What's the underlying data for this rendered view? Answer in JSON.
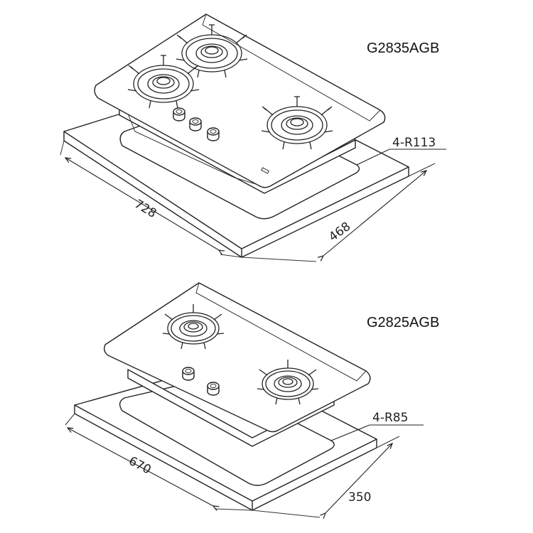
{
  "top": {
    "model": "G2835AGB",
    "radius_label": "4-R113",
    "width_dim": "728",
    "depth_dim": "468"
  },
  "bottom": {
    "model": "G2825AGB",
    "radius_label": "4-R85",
    "width_dim": "670",
    "depth_dim": "350"
  }
}
